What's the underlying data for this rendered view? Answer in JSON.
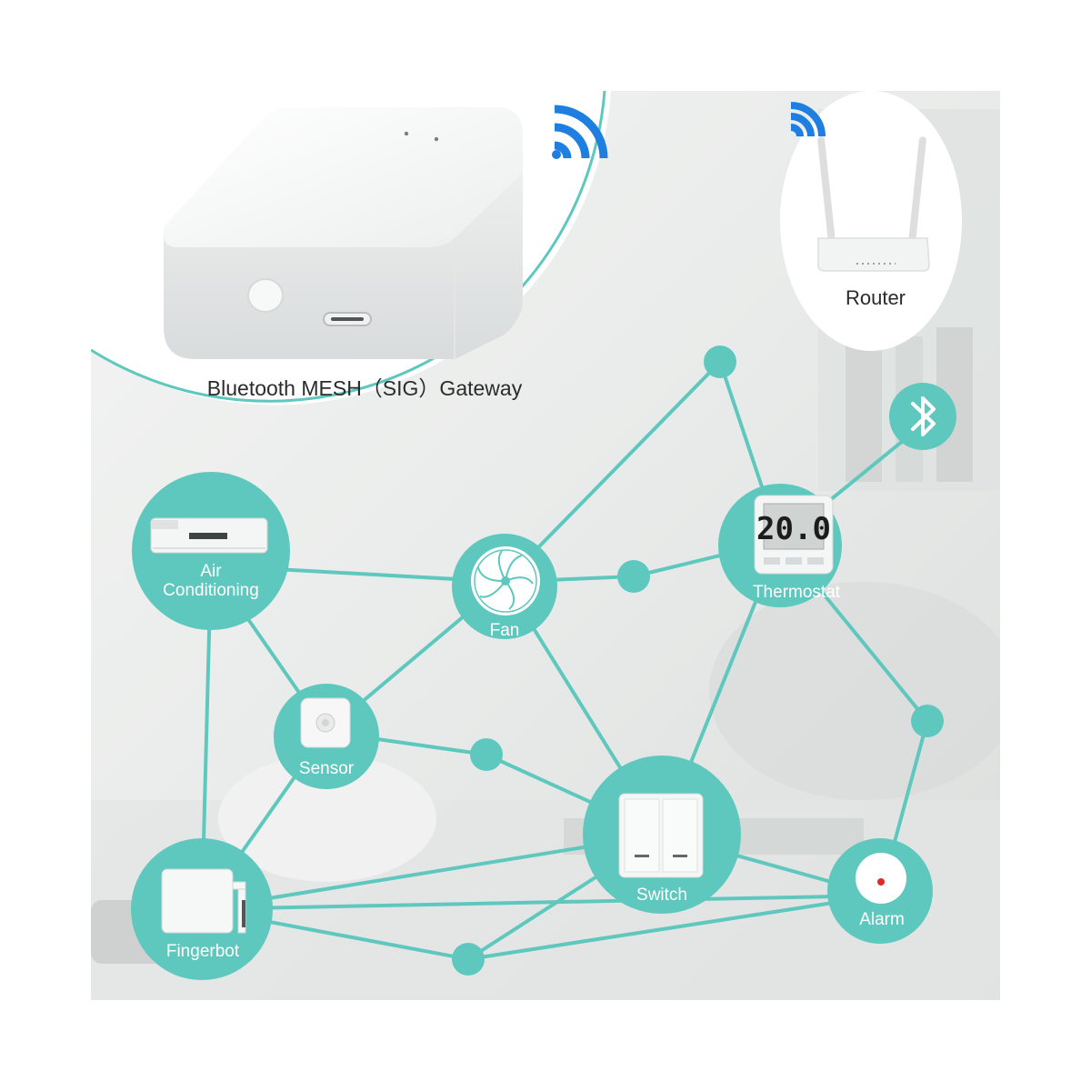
{
  "gateway": {
    "label": "Bluetooth MESH（SIG）Gateway"
  },
  "router": {
    "label": "Router"
  },
  "thermostat": {
    "label": "Thermostat",
    "display": "20.0"
  },
  "nodes": {
    "air_conditioning": {
      "line1": "Air",
      "line2": "Conditioning"
    },
    "fan": {
      "label": "Fan"
    },
    "sensor": {
      "label": "Sensor"
    },
    "switch": {
      "label": "Switch"
    },
    "alarm": {
      "label": "Alarm"
    },
    "fingerbot": {
      "label": "Fingerbot"
    }
  },
  "colors": {
    "teal": "#5ec8be",
    "wifi_blue": "#1e7fe0",
    "background": "#eef0ef"
  },
  "icons": [
    "wifi-icon",
    "bluetooth-icon",
    "router-image",
    "gateway-image",
    "thermostat-icon",
    "fan-icon",
    "sensor-icon",
    "switch-icon",
    "alarm-icon",
    "fingerbot-icon",
    "air-conditioner-icon"
  ]
}
